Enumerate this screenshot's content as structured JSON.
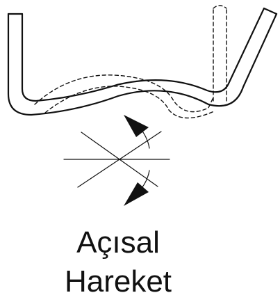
{
  "caption": {
    "line1": "Açısal",
    "line2": "Hareket"
  },
  "colors": {
    "stroke": "#111111",
    "background": "#ffffff"
  },
  "icons": [
    "u-shaped-tube-outline",
    "angular-motion-symbol",
    "arrowhead-up",
    "arrowhead-down"
  ]
}
